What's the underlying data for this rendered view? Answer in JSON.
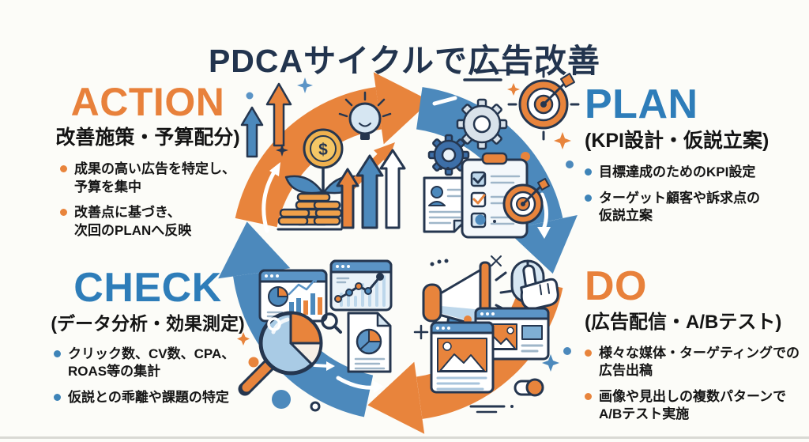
{
  "title": "PDCAサイクルで広告改善",
  "sections": {
    "action": {
      "name": "ACTION",
      "subtitle": "改善施策・予算配分)",
      "bullets": [
        "成果の高い広告を特定し、\n予算を集中",
        "改善点に基づき、\n次回のPLANへ反映"
      ]
    },
    "plan": {
      "name": "PLAN",
      "subtitle": "(KPI設計・仮説立案)",
      "bullets": [
        "目標達成のためのKPI設定",
        "ターゲット顧客や訴求点の\n仮説立案"
      ]
    },
    "check": {
      "name": "CHECK",
      "subtitle": "(データ分析・効果測定)",
      "bullets": [
        "クリック数、CV数、CPA、\nROAS等の集計",
        "仮説との乖離や課題の特定"
      ]
    },
    "do": {
      "name": "DO",
      "subtitle": "(広告配信・A/Bテスト)",
      "bullets": [
        "様々な媒体・ターゲティングでの\n広告出稿",
        "画像や見出しの複数パターンで\nA/Bテスト実施"
      ]
    }
  },
  "colors": {
    "arc_orange": "#E8843C",
    "arc_blue": "#4C89BC",
    "heading_orange": "#E8813B",
    "heading_blue": "#2E7DB9",
    "title_navy": "#22344E",
    "outline_navy": "#25364F",
    "text": "#141414",
    "background": "#FCFCF8"
  },
  "icons": {
    "money-plant-icon": "coin-with-dollar-above-leaves",
    "coin-stack-icon": "stacked-coins",
    "growth-bars-icon": "rising-arrow-bars",
    "lightbulb-icon": "idea-bulb",
    "gear-icon": "settings-gear",
    "clipboard-checklist-icon": "clipboard-with-checks",
    "customer-profile-icon": "person-document",
    "target-dart-icon": "bullseye-with-dart",
    "analytics-window-icon": "browser-with-charts",
    "line-chart-window-icon": "browser-with-line-chart",
    "magnifier-pie-icon": "magnifying-glass-pie-chart",
    "report-document-icon": "document-with-pie",
    "megaphone-icon": "advertising-megaphone",
    "click-cursor-icon": "hand-pointer",
    "ad-browser-icon": "browser-with-image-ad",
    "toggle-icon": "switch-on"
  }
}
